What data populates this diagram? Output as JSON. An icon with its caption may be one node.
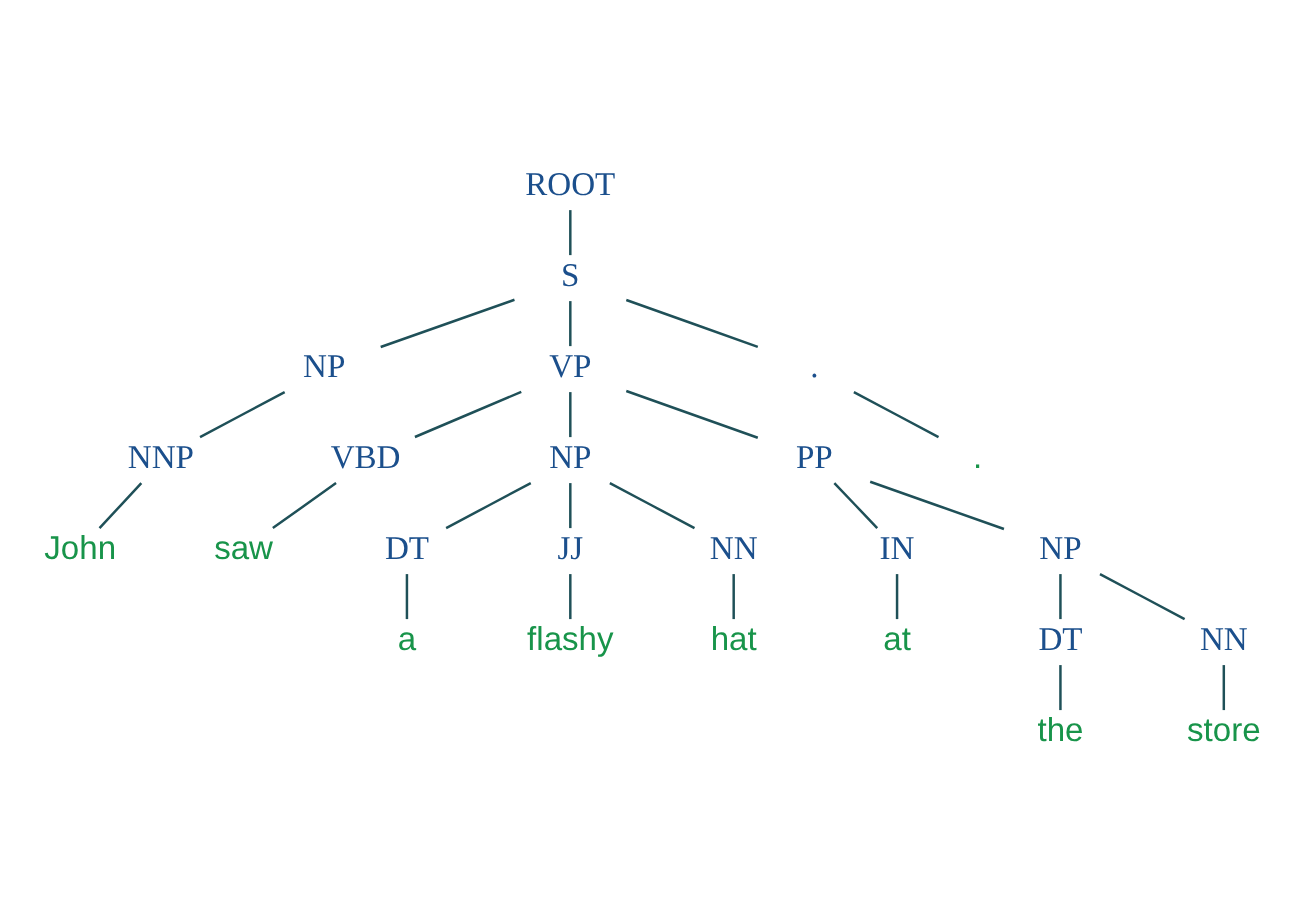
{
  "diagram": {
    "nodes": [
      {
        "text": [
          "ROOT"
        ]
      },
      {
        "text": [
          "S"
        ]
      },
      {
        "text": [
          "NP"
        ]
      },
      {
        "text": [
          "VP"
        ]
      },
      {
        "text": [
          "."
        ]
      },
      {
        "text": [
          "NNP"
        ]
      },
      {
        "text": [
          "VBD"
        ]
      },
      {
        "text": [
          "NP"
        ]
      },
      {
        "text": [
          "PP"
        ]
      },
      {
        "text": [
          "."
        ]
      },
      {
        "text": [
          "John"
        ]
      },
      {
        "text": [
          "saw"
        ]
      },
      {
        "text": [
          "DT"
        ]
      },
      {
        "text": [
          "JJ"
        ]
      },
      {
        "text": [
          "NN"
        ]
      },
      {
        "text": [
          "IN"
        ]
      },
      {
        "text": [
          "NP"
        ]
      },
      {
        "text": [
          "a"
        ]
      },
      {
        "text": [
          "flashy"
        ]
      },
      {
        "text": [
          "hat"
        ]
      },
      {
        "text": [
          "at"
        ]
      },
      {
        "text": [
          "DT"
        ]
      },
      {
        "text": [
          "NN"
        ]
      },
      {
        "text": [
          "the"
        ]
      },
      {
        "text": [
          "store"
        ]
      }
    ],
    "edges": [
      {
        "from": 0,
        "to": 1,
        "arrow": "none"
      },
      {
        "from": 1,
        "to": 2,
        "arrow": "none"
      },
      {
        "from": 1,
        "to": 3,
        "arrow": "none"
      },
      {
        "from": 1,
        "to": 4,
        "arrow": "none"
      },
      {
        "from": 2,
        "to": 5,
        "arrow": "none"
      },
      {
        "from": 3,
        "to": 6,
        "arrow": "none"
      },
      {
        "from": 3,
        "to": 7,
        "arrow": "none"
      },
      {
        "from": 3,
        "to": 8,
        "arrow": "none"
      },
      {
        "from": 4,
        "to": 9,
        "arrow": "none"
      },
      {
        "from": 5,
        "to": 10,
        "arrow": "none"
      },
      {
        "from": 6,
        "to": 11,
        "arrow": "none"
      },
      {
        "from": 7,
        "to": 12,
        "arrow": "none"
      },
      {
        "from": 7,
        "to": 13,
        "arrow": "none"
      },
      {
        "from": 7,
        "to": 14,
        "arrow": "none"
      },
      {
        "from": 8,
        "to": 15,
        "arrow": "none"
      },
      {
        "from": 8,
        "to": 16,
        "arrow": "none"
      },
      {
        "from": 12,
        "to": 17,
        "arrow": "none"
      },
      {
        "from": 13,
        "to": 18,
        "arrow": "none"
      },
      {
        "from": 14,
        "to": 19,
        "arrow": "none"
      },
      {
        "from": 15,
        "to": 20,
        "arrow": "none"
      },
      {
        "from": 16,
        "to": 21,
        "arrow": "none"
      },
      {
        "from": 16,
        "to": 22,
        "arrow": "none"
      },
      {
        "from": 21,
        "to": 23,
        "arrow": "none"
      },
      {
        "from": 22,
        "to": 24,
        "arrow": "none"
      }
    ]
  }
}
